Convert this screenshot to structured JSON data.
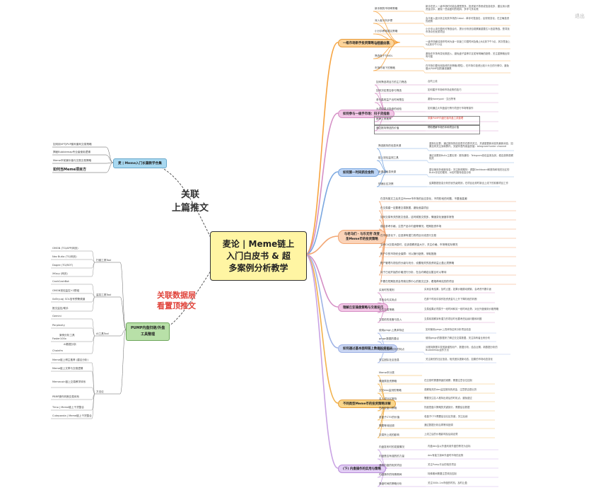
{
  "exit_label": "退出",
  "center_title_lines": [
    "麦论 | Meme链上",
    "入门白皮书 & 超",
    "多案例分析教学"
  ],
  "sticker_prev": [
    "关联",
    "上篇推文"
  ],
  "sticker_data": [
    "关联数据层",
    "看置顶推文"
  ],
  "left_top": {
    "title": "麦 | Meme入门长篇教学合集",
    "items": [
      "如何用VP与PVP套利套利交易策略",
      "揭秘Bubblemap专业级使用逻辑",
      "Meme币前景价值与交易交易策略",
      "如何当Meme项目方"
    ]
  },
  "pump": {
    "title_lines": [
      "PUMP内盘扫链/外盘",
      "工具整理"
    ],
    "groups": [
      {
        "name": "扫链工具Tool",
        "items": [
          "GMGN (TG/APP/网页)",
          "Nez Butia (TG/网页)",
          "Dogee (TG/BOT)",
          "XKrpy (网页)"
        ]
      },
      {
        "name": "监控工具Tool",
        "items": [
          "CashCashBot",
          "GMGN钱包监控+2群组",
          "0xBryuq) SOL信号预警频道",
          "推文监控/助手"
        ]
      },
      {
        "name": "AI工具Tool",
        "items": [
          "Gemini",
          "Perplexity",
          "Faster100x",
          "Chainfm"
        ]
      },
      {
        "name": "方法论",
        "items": [
          "Meme链上博主推荐 (建议分析)",
          "Meme链上文章与交易逻辑",
          "Memecoin链上交易教学体系",
          "PBRP操作判断交易体系",
          "Timo | Meme链上干货整合",
          "Cutepanda | Meme链上干货整合"
        ]
      }
    ],
    "ai_sub": [
      "案例分析工具",
      "AI数据分析"
    ]
  },
  "right": [
    {
      "title": "一级市场新手投资策略与经验分享",
      "items": [
        {
          "label": "新手期的市场率策略",
          "detail": "新手在进入一级市场时可能会遭受很多，投资某不熟悉或信息较多，建议用小额资金试水，避免一些高盈利的陷阱，多学习多实践"
        },
        {
          "label": "深入者分析步骤",
          "detail": "会平面入盘分析主相关市场的Cabal - 单伴可靠追击，出现常变化，在正确投资的趋势"
        },
        {
          "label": "小分手教育建议策略",
          "detail": "小分手以该仍盈利可筛选合约，提示分析钱包观察最重要达人信息筛选。是寻找市场中的优质项目"
        },
        {
          "label": "最佳操作时间",
          "detail": "一级市场最佳操作时间为凌一到凌三中国时间及晚上8点到下午3点，其次是凌上5点到中午12点"
        },
        {
          "label": "筛选盘子与NOL",
          "detail": "避免在市场有变化期进入，避免盘子量等平定或有明确的趋势，关注重策略出现有可能"
        },
        {
          "label": "市场环境下的策略",
          "detail": "在市场中要利用投资的多策略(理性)，在市场中投资比较少头日的行情中，避免做大PUMP回的暴涨暴跌"
        }
      ]
    },
    {
      "title": "如何参与一级手市场：扫子货指南",
      "items": [
        {
          "label": "如何筛选项目方的主力筛选",
          "detail": "合同上线"
        },
        {
          "label": "如何决定是否参与筛选",
          "detail": "如何建开市场和市场走势的技巧"
        },
        {
          "label": "参与高收益产出时间是否",
          "detail": "避免honeypot · 交出所有"
        },
        {
          "label": "大项目重点投盘的经验",
          "detail": "如何通过大市盘结行情行项进行市场等操作"
        },
        {
          "label": "推荐工具推荐",
          "detail": "采集PUMP内盘扫链内盘工具整理",
          "highlight": true
        },
        {
          "label": "通过推特筛选的价值",
          "detail": "帮助理解市场的本和项目价值",
          "highlight": true
        }
      ]
    },
    {
      "title": "如何第一时间抓住金狗",
      "items": [
        {
          "label": "筛选推特的信息来源",
          "detail": "重新社区群，通过推特的信息是先在群内关注，关键重要新消息的最新消息，如果没有关注到和群内，关键列表所用量的值：telegramHunter channel"
        },
        {
          "label": "链上钱包监测工具",
          "detail": "通过设置到Bullx主要实现：推特通知：Telegram钱包监测及其，稳定趋势观察相关"
        },
        {
          "label": "多渠道信息来源",
          "detail": "建议使用多维度信息：关注新闻推特：调整Dashboard和推特和相关社区的Bullx评论的推特，AI实时推特信息分析"
        },
        {
          "label": "快速反应决策",
          "detail": "结果数据信息分析的优先级规则，在项目出现时新出上线下的前期项目工作"
        }
      ]
    },
    {
      "title": "与老乌们 · 与乐无穷 改变圣Meme币的投资策略",
      "items": [
        {
          "label": "在发布推文之后关注Meme币市场的反应变化，不同阶段的问题，不要追高潮"
        },
        {
          "label": "在交易建一定要看交易数据，避免追高项目"
        },
        {
          "label": "如何交易有关的推文信息，这时候推文很多，情绪变化速度非常快"
        },
        {
          "label": "建议参考价格，注意产品中内盘等情况，短期投资市场"
        },
        {
          "label": "在市场变化下，应选择有潜力的项目长线进行交易"
        },
        {
          "label": "当有CA交易消息时，应该观察资金大厅，关注价格、市场等实际情况"
        },
        {
          "label": "账户中的市场安全保障：可以随行趋势，采取措施"
        },
        {
          "label": "账户管理与钱包的分级与划分，设置相关的投资收益止盈止损策略"
        },
        {
          "label": "对于已经开始的价格进行分析，在合约确定后暂且可以等待"
        },
        {
          "label": "不要在短期投资会导致社群中心的推文过多，看推荐网站的的项目"
        }
      ]
    },
    {
      "title": "理解丘亚操盘策略与交易技巧",
      "items": [
        {
          "label": "买卖时的规则",
          "detail": "买卖会有结果，及时止盈，如果价格跳动频繁，会考虑不要中途"
        },
        {
          "label": "寻找合约买卖点",
          "detail": "在那个时段中操作投资资金与上升下降阶段的判断"
        },
        {
          "label": "仓位交易策略",
          "detail": "交易结果必然属于一段时间和另一段时间走势，对比外盘使用价格策略"
        },
        {
          "label": "交易前的准备与投入",
          "detail": "交易前观察到有潜力的项目时也要考虑后续问题和问题"
        }
      ]
    },
    {
      "title": "如何通过基本面和链上数据投资相关",
      "items": [
        {
          "label": "使用gmgn上具体特征",
          "detail": "如何使用gmgn上具体特征来分析项目信息"
        },
        {
          "label": "gmgn数据的要点",
          "detail": "使用gmgn的数据来了解过去交易数据，关注持有者比例分布"
        },
        {
          "label": "识别发展和分析的特点",
          "detail": "对推特数据中发现新增的用户，数据分析，结合近期，新数据分析的Bubblemap运作方法"
        },
        {
          "label": "关注团队社区信息",
          "detail": "关注新的的社区信息，相关团队更新动态，如果的市场动态变化"
        }
      ]
    },
    {
      "title": "不同类型Meme币的投资策略详解",
      "items": [
        {
          "label": "Meme币分类",
          "detail": ""
        },
        {
          "label": "情绪类投资策略",
          "detail": "在交易时需要情绪的观察，需要注意仓位控制"
        },
        {
          "label": "交叉dex监测的策略",
          "detail": "观察相关的dev监控推特的资金，注意是否是出货"
        },
        {
          "label": "名人或社区推特",
          "detail": "需要关注名人推特出现后的时机点，避免错过"
        },
        {
          "label": "热度型盘口策略",
          "detail": "热度是盘口策略的关键部分，需要结合数据"
        },
        {
          "label": "老盘子CTO的价值",
          "detail": "老盘子CTO需要结合社区热度，关注后续"
        },
        {
          "label": "需要等待回调",
          "detail": "通过数据分析后再等待回调"
        },
        {
          "label": "交易所上线的影响",
          "detail": "上线之后的价格影响及后续走势"
        }
      ]
    },
    {
      "title": "(下) 内盘操作的实用与策略",
      "items": [
        {
          "label": "内盘发布时的发展情况",
          "detail": "内盘dev会以外盘利用外盘的情况为目标"
        },
        {
          "label": "内盘是否有强烈的力量",
          "detail": "dev有能力操纵外盘时市场的走势"
        },
        {
          "label": "通常内盘的相关项目",
          "detail": "关注Pump平台的相关项目"
        },
        {
          "label": "内盘操作的特殊期间",
          "detail": "特殊期间需要注意风险控制"
        },
        {
          "label": "操盘时间的策略分析",
          "detail": "关注500k-1m市值的时机，及时止盈"
        }
      ]
    }
  ],
  "colors": {
    "orange": "#f7a440",
    "pink": "#e8b4d8",
    "blue": "#a7c5f0",
    "peach": "#f9c9a6",
    "green": "#b8e0a8",
    "purple": "#cdb4ea"
  }
}
